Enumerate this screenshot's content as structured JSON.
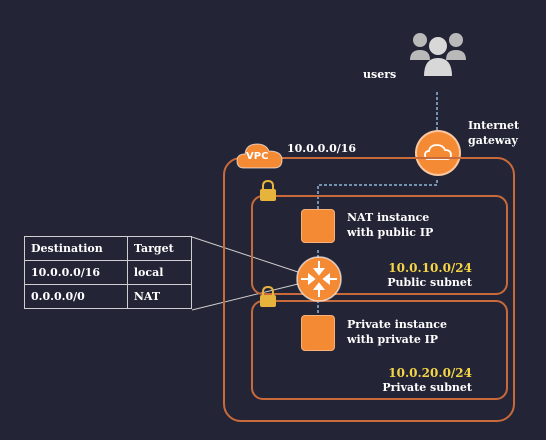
{
  "users_label": "users",
  "gateway_label_1": "Internet",
  "gateway_label_2": "gateway",
  "vpc_badge": "VPC",
  "vpc_cidr": "10.0.0.0/16",
  "nat_instance_1": "NAT instance",
  "nat_instance_2": "with public IP",
  "public_cidr": "10.0.10.0/24",
  "public_name": "Public subnet",
  "private_instance_1": "Private instance",
  "private_instance_2": "with private IP",
  "private_cidr": "10.0.20.0/24",
  "private_name": "Private subnet",
  "route_table": {
    "headers": [
      "Destination",
      "Target"
    ],
    "rows": [
      [
        "10.0.0.0/16",
        "local"
      ],
      [
        "0.0.0.0/0",
        "NAT"
      ]
    ]
  },
  "colors": {
    "accent": "#f58a35",
    "border": "#c96a3a",
    "cidr": "#f5d547",
    "background": "#232436"
  }
}
